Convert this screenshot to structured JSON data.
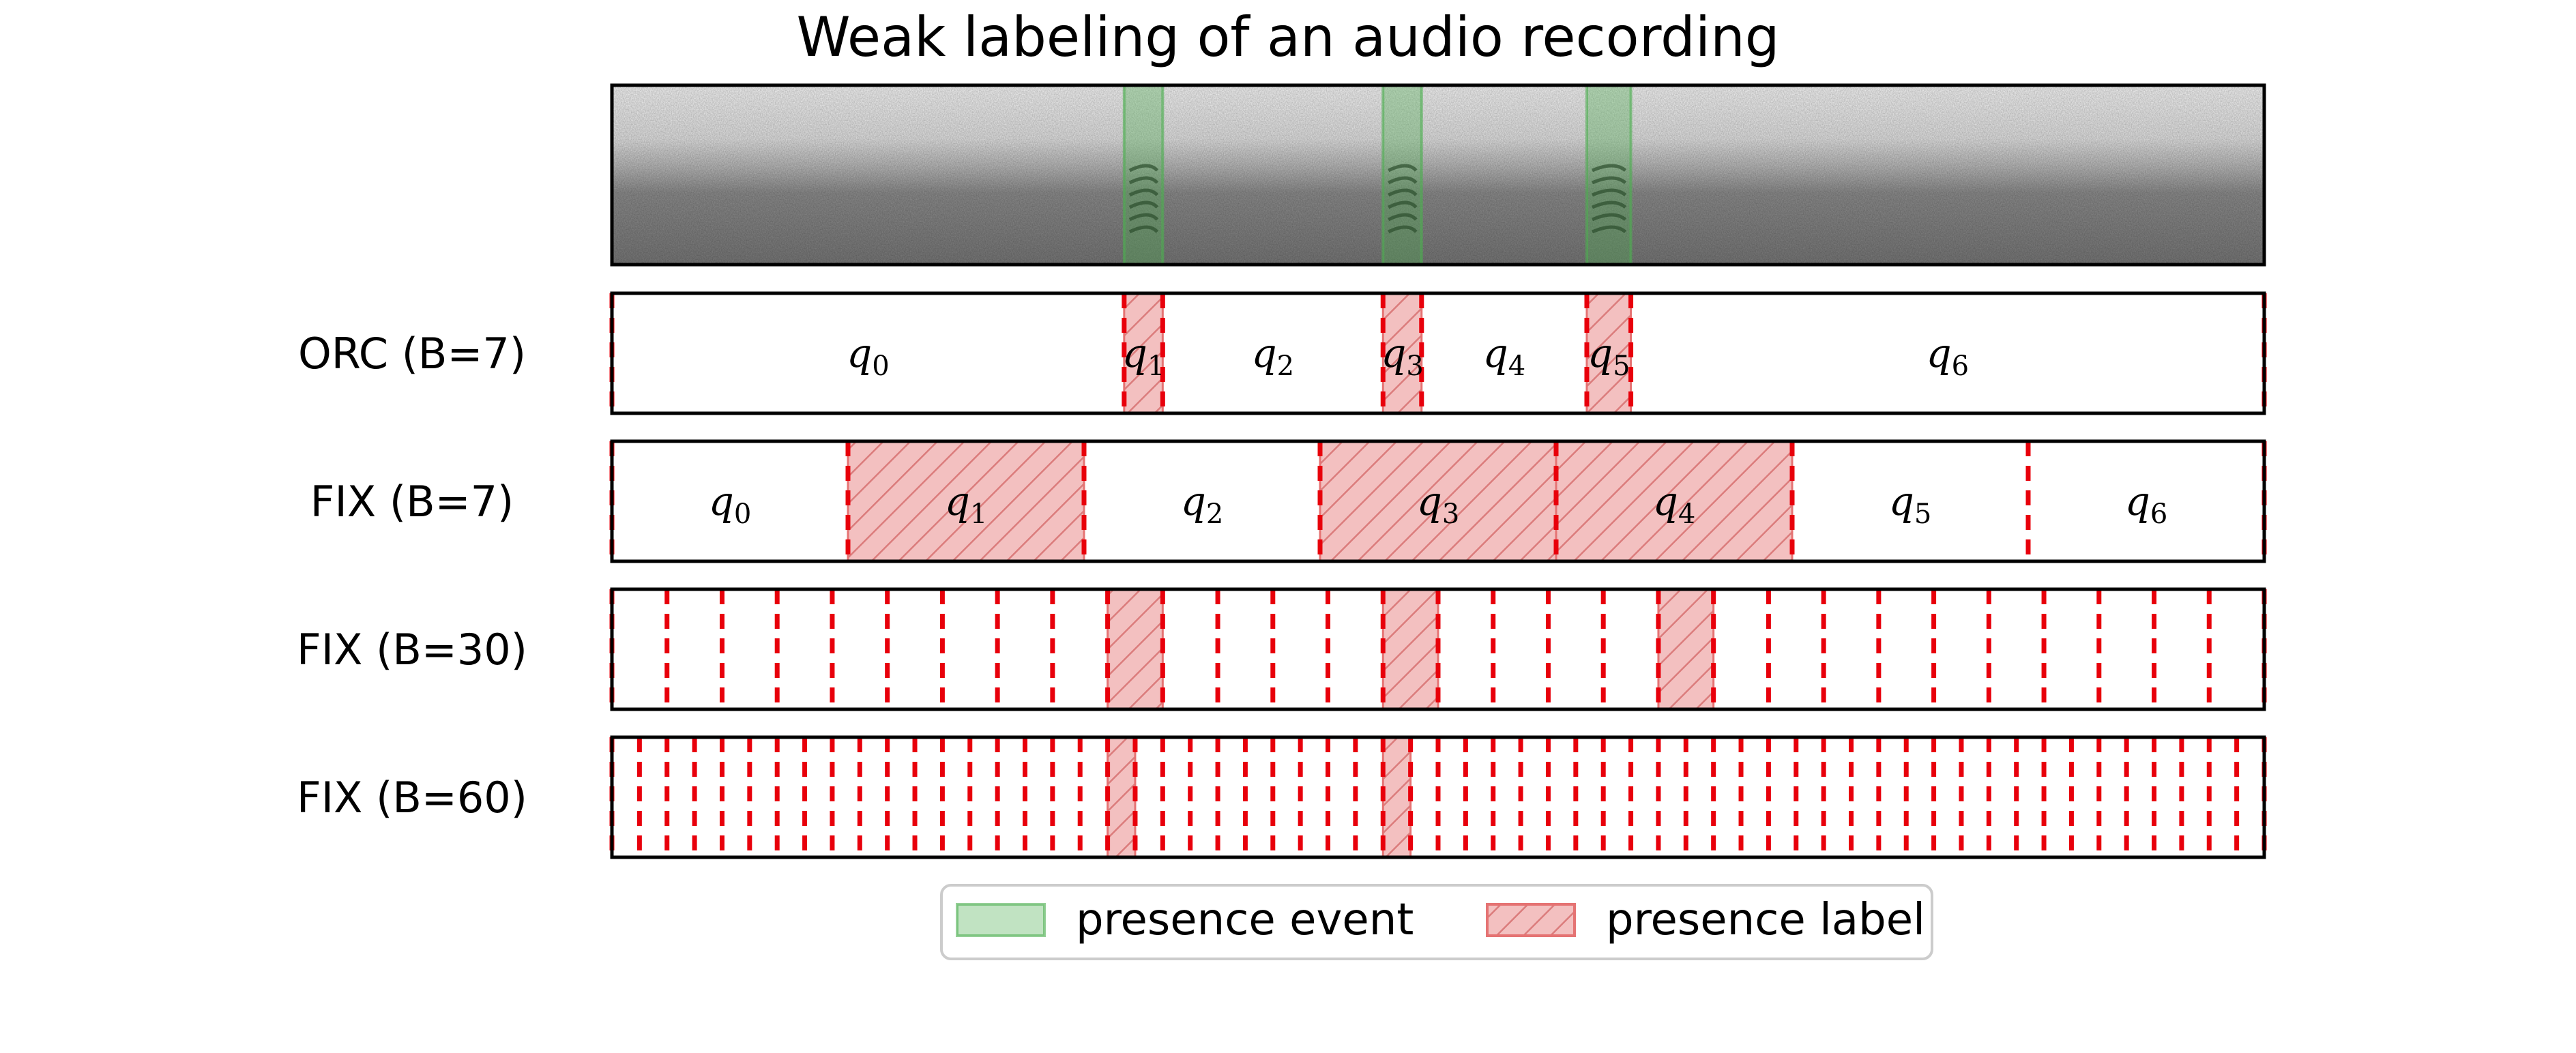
{
  "chart_data": {
    "type": "diagram",
    "title": "Weak labeling of an audio recording",
    "duration": 30,
    "events": [
      [
        9.3,
        10.0
      ],
      [
        14.0,
        14.7
      ],
      [
        17.7,
        18.5
      ]
    ],
    "rows": [
      {
        "label": "ORC (B=7)",
        "bounds": [
          0,
          9.3,
          10.0,
          14.0,
          14.7,
          17.7,
          18.5,
          30
        ],
        "positive": [
          1,
          3,
          5
        ],
        "show_q": true
      },
      {
        "label": "FIX (B=7)",
        "segments": 7,
        "positive": [
          1,
          3,
          4
        ],
        "show_q": true
      },
      {
        "label": "FIX (B=30)",
        "segments": 30,
        "positive": [
          9,
          14,
          19
        ],
        "show_q": false
      },
      {
        "label": "FIX (B=60)",
        "segments": 60,
        "positive": [
          18,
          28
        ],
        "show_q": false
      }
    ],
    "q_symbol": "q",
    "legend": [
      {
        "key": "event",
        "label": "presence event"
      },
      {
        "key": "label",
        "label": "presence label"
      }
    ],
    "legend_position": "bottom-center",
    "colors": {
      "event": "#4caf50",
      "label": "#e57373",
      "boundary": "#e8000b",
      "frame": "#000000"
    }
  }
}
